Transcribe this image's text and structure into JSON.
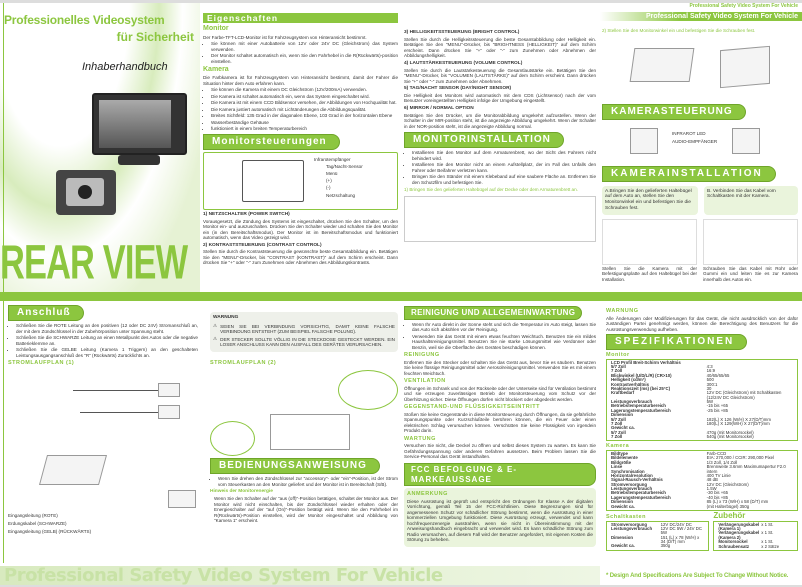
{
  "header": {
    "tagline_small": "Professional Safety Video System For Vehicle",
    "tagline_band": "Professional Safety Video System For Vehicle"
  },
  "cover": {
    "title_line1": "Professionelles Videosystem",
    "title_line2": "für Sicherheit",
    "subtitle": "Inhaberhandbuch",
    "brand": "REAR VIEW"
  },
  "features": {
    "heading": "Eigenschaften",
    "monitor_title": "Monitor",
    "monitor_intro": "Der Farbe-TFT-LCD-Monitor ist für Fahrzeugsystem von Hinteransicht bestimmt.",
    "monitor_items": [
      "Sie können mit einer Autobatterie von 12V oder 24V DC (Gleichstrom) das System verwenden.",
      "Der Monitor schaltet automatisch ein, wenn Sie den Fahrhebel in die R(Rückwärts)-position einstellen."
    ],
    "camera_title": "Kamera",
    "camera_intro": "Die Farbkamera ist für Fahrzeugsystem von Hinteransicht bestimmt, damit der Fahrer die Situation hinter dem Auto erfahren kann.",
    "camera_items": [
      "Sie können die Kamera mit einem DC Gleichstrom (12V/200mA) verwenden.",
      "Die Kamera ist schaltet automatisch ein, wenn das System eingeschaltet wird.",
      "Die Kamera ist mit einem CCD Bildsensor versehen, der Abbildungen von Hochqualität hat.",
      "Die Kamera justiert automatisch mit Lichtänderungen die Abbildungsqualität.",
      "Breites Sichtfeld: 135 Grad in der diagonalen Ebene, 103 Grad in der horizontalen Ebene",
      "Wasserbeständige Gehäuse",
      "funktioniert in einem breiten Temperaturbereich"
    ]
  },
  "monitor_controls": {
    "heading": "Monitorsteuerungen",
    "labels": [
      "Infrarotempfänger",
      "Tag/Nacht-Sensor",
      "Menü",
      "(+)",
      "(-)",
      "Netzschaltung"
    ],
    "items": [
      {
        "title": "1) NETZSCHALTER (POWER SWITCH)",
        "text": "Vorausgesetzt, die Zündung des Systems ist eingeschaltet, drücken Sie den Schalter, um den Monitor ein- und auszuschalten. Drücken Sie den Schalter wieder und schalten Sie den Monitor ein (in den Bereitschaftsmodus). Der Monitor ist im Bereitschaftsmodus und funktioniert automatisch, wenn das Video gezeigt wird."
      },
      {
        "title": "2) KONTRASTSTEUERUNG (CONTRAST CONTROL)",
        "text": "Stellen Sie durch die Kontraststeuerung die gewünschte beste Gesamtabbildung ein. Betätigen Sie den \"MENU\"-Drücker, bis \"CONTRAST (KONTRAST)\" auf dem Schirm erscheint. Dann drücken Sie \"+\" oder \"-\" zum Zunehmen oder Abnehmen des Abbildungskontrasts."
      },
      {
        "title": "3) HELLIGKEITSSTEUERUNG (BRIGHT CONTROL)",
        "text": "Stellen Sie durch die Helligkeitssteuerung die beste Gesamtabbildung oder Helligkeit ein. Betätigen Sie den \"MENU\"-Drücker, bis \"BRIGHTNESS (HELLIGKEIT)\" auf dem Schirm erscheint. Dann drücken Sie \"+\" oder \"-\" zum Zunehmen oder Abnehmen der Abbildungshelligkeit."
      },
      {
        "title": "4) LAUTSTÄRKESTEUERUNG (VOLUME CONTROL)",
        "text": "Stellen Sie durch die Lautstärkesteuerung die Gesamtlautstärke ein. Betätigen Sie den \"MENU\"-Drücker, bis \"VOLUMEN (LAUTSTÄRKE)\" auf dem Schirm erscheint. Dann drücken Sie \"+\" oder \"-\" zum Zunehmen oder Abnehmen."
      },
      {
        "title": "5) TAG/NACHT SENSOR (DAY/NIGHT SENSOR)",
        "text": "Die Helligkeit des Monitors wird automatisch mit dem CDS (Lichtsensor) nach der vom Benutzer voreingestellten Helligkeit infolge der Umgebung eingestellt."
      },
      {
        "title": "6) MIRROR / NORMAL OPTION",
        "text": "Betätigen Sie den Drücker, um die Monitorabbildung umgekehrt aufzustellen. Wenn der Schalter in der MIR-position steht, ist die angezeigte Abbildung umgekehrt. Wenn der Schalter in der NOR-position steht, ist die angezeigte Abbildung normal."
      }
    ]
  },
  "monitor_install": {
    "heading": "MONITORINSTALLATION",
    "items": [
      "Installieren Sie den Monitor auf dem Armaturenbrett, wo der Sicht des Fahrers nicht behindert wird.",
      "Installieren Sie den Monitor nicht an einem Aufstellplatz, der im Fall des Unfalls den Fahrer oder Beifahrer verletzen kann.",
      "Bringen Sie den Ständer mit einem Klebeband auf eine saubere Fläche an. Entfernen Sie den Schutzfilm und befestigen Sie."
    ],
    "step1": "1) Bringen Sie den geliefer­ten Haltebügel auf der Decke oder dem Armaturenbrett an.",
    "step2": "2) Stellen Sie den Monitorwinkel ein und befestigen Sie die Schrauben fest."
  },
  "camera_control": {
    "heading": "KAMERASTEUERUNG",
    "labels": [
      "INFRAROT LED",
      "AUDIO-EMPFÄNGER"
    ]
  },
  "camera_install": {
    "heading": "KAMERAINSTALLATION",
    "stepA": "A.Bringen Sie den gelieferten Haltebügel auf dem Auto an, stellen Sie den Monitorwinkel ein und befestigen Sie die Schrauben fest.",
    "stepB": "B. Verbinden Sie das Kabel vom Schaltkasten mit der Kamera.",
    "caption1": "Stellen Sie die Kamera mit der Befestigungsplatte auf den Haltebügel bei der Installation.",
    "caption2": "Schrauben Sie das Kabel mit Rohr oder Gummi ein und leiten Sie es zur Kamera innerhalb des Autos ein."
  },
  "connection": {
    "heading": "Anschluß",
    "items": [
      "Schließen Sie die ROTE Leitung an den positiven (12 oder DC 24V) Stromanschluß an, der mit dem Zündschlüssel in der Zubehörposition unter Spannung steht.",
      "Schließen Sie die SCHWARZE Leitung an einen Metallpunkt des Autos oder die negative Batterieklemme an.",
      "Schließen Sie die GELBE Leitung (Kamera 1 Triggern) an den geschalteten Leistungsausgangsanschluß des \"R\" (Rückwärts) Zurücklichts an."
    ],
    "warning_title": "WARNUNG",
    "warnings": [
      "SEIEN SIE BEI VERBINDUNG VORSICHTIG, DAMIT KEINE FALSCHE VERBINDUNG ENTSTEHT (ZUM BEISPIEL FALSCHE POLUNG).",
      "DER STECKER SOLLTE VÖLLIG IN DIE STECKDOSE GESTECKT WERDEN. EIN LOSER ANSCHLUSS KANN DEN AUSFALL DES GERÄTES VERURSACHEN."
    ],
    "diagram1_title": "STROMLAUFPLAN (1)",
    "diagram2_title": "STROMLAUFPLAN (2)",
    "wire_labels": [
      "Eingangsleitung (ROTE)",
      "Erdungskabel (SCHWARZE)",
      "Eingangsleitung (GELB) (RÜCKWÄRTS)"
    ]
  },
  "operation": {
    "heading": "BEDIENUNGSANWEISUNG",
    "item": "Wenn Sie drehen den Zündschlüssel zur \"accessory\"- oder \"ein\"-Position, ist der Strom vom Steuerkasten an den Monitor geliefert und der Monitor ist in Bereitschaft (S/B).",
    "note_title": "Hinweis der Monitorenergie",
    "note": "Wenn Sie den Schalter auf der \"aus (off)\"-Position betätigen, schaltet der Monitor aus. Der Monitor wird nicht einschalten, bis der Zündschlüssel wieder erhalten oder der Energieschalter auf der \"auf (On)\"-Position betätigt wird. Wenn Sie den Fahrhebel im R(Rückwärts)-Position einstellen, wird der Monitor eingeschaltet und Abbildung von \"Kamera 1\" erscheint."
  },
  "cleaning": {
    "heading": "REINIGUNG UND ALLGEMEINWARTUNG",
    "items": [
      "Wenn Ihr Auto direkt in der Sonne steht und sich die Temperatur im Auto steigt, lassen Sie das Auto sich abkühlen vor der Reinigung.",
      "Verwenden Sie das Gerät mit einem etwas feuchten Weichtuch. Benutzen Sie ein mildes Haushaltsreinigungsmittel. Benutzen Sie nie starke Lösungsmittel wie Verdünner oder Benzin, weil sie die Oberfläche des Gerätes beschädigen können."
    ],
    "sections": [
      {
        "title": "REINIGUNG",
        "text": "Entfernen Sie den Stecker oder schalten Sie das Gerät aus, bevor Sie es säubern. Benutzen Sie keine flüssige Reinigungsmittel oder Aerosolreinigungsmittel. Verwenden Sie es mit einem feuchten Weichtuch."
      },
      {
        "title": "VENTILATION",
        "text": "Öffnungen im Schrank und von der Rückseite oder der Unterseite sind für Ventilation bestimmt und sie erzeugen zuverlässigen Betrieb der Monitorsteuerung vom Schutz vor der Überhitzung sicher. Diese Öffnungen dürfen nicht blockiert oder abgedeckt werden."
      },
      {
        "title": "GEGENSTAND-UND FLÜSSIGKEITSEINTRITT",
        "text": "Stoßen Sie keine Gegenstände in diese Monitorsteuerung durch Öffnungen, da sie gefährliche Spannungspunkte oder Kurzschlußteile berühren können, die ein Feuer oder einen elektrischen Schlag verursachen können. Verschütten Sie keine Flüssigkeit von irgendein Produkt darin."
      },
      {
        "title": "WARTUNG",
        "text": "Versuchen Sie nicht, die Deckel zu öffnen und selbst dieses System zu warten. Es kann Sie Gefährdungsspannung oder anderen Gefahren aussetzen. Beim Problem lassen Sie die Service-Personal das Gerät instandhalten."
      }
    ]
  },
  "fcc": {
    "heading": "FCC BEFOLGUNG & E-MARKEAUSSAGE",
    "note_title": "ANMERKUNG",
    "text": "Diese Ausrüstung ist geprüft und entspricht den Ordnungen für Klasse A der digitalen Vorrichtung, gemäß Teil 15 der FCC-Richtlinien. Diese Begrenzungen sind für angemessenen Schutz vor schädlicher Störung bestimmt, wenn die Ausrüstung in einer kommerziellen Umgebung funktioniert. Diese Ausrüstung erzeugt, verwendet und kann hochfrequenzenergie ausstrahlen, wenn sie nicht in Übereinstimmung mit der Anweisungshandbuch eingebracht und verwendet wird. Es kann schädliche Störung zum Radio verursachen, auf diesem Fall wird der Benutzer angefordert, mit eigenen Kosten die Störung zu beheben."
  },
  "warning2": {
    "title": "WARNUNG",
    "text": "Alle Änderungen oder Modifizierungen für das Gerät, die nicht ausdrücklich von der dafür zuständigen Partei genehmigt werden, können die Berechtigung des Benutzers für die Ausrüstungsverwendung aufheben."
  },
  "specs": {
    "heading": "SPEZIFIKATIONEN",
    "monitor_title": "Monitor",
    "monitor_rows": [
      [
        "LCD Profil Breit-Schirm Verhältnis",
        ""
      ],
      [
        "5/7 Zoll",
        "4:3"
      ],
      [
        "7 Zoll",
        "16:9"
      ],
      [
        "Blickwinkel (U/D/L/R) (CR>10)",
        "40/65/65/65"
      ],
      [
        "Helligkeit (cd/m²)",
        "500"
      ],
      [
        "Kontrastverhältnis",
        "300:1"
      ],
      [
        "Reaktionszeit (ms) (bei 25°C)",
        "30"
      ],
      [
        "Kraftbedarf",
        "12V DC (Gleichstrom) mit Schaltkasten (12/24V DC Gleichstrom)"
      ],
      [
        "Leistungsverbrauch",
        "5W"
      ],
      [
        "Betriebstemperaturbereich",
        "-15 bis +65"
      ],
      [
        "Lagerungstemperaturbereich",
        "-25 bis +85"
      ],
      [
        "Dimension",
        ""
      ],
      [
        "5/7 Zoll",
        "182(L) X 126 (W/H) X 27(D/T)mm"
      ],
      [
        "7 Zoll",
        "180(L) X 129(W/H) X 27(D/T)mm"
      ],
      [
        "Gewicht ca.",
        ""
      ],
      [
        "5/7 Zoll",
        "470g (mit Monitorsockel)"
      ],
      [
        "7 Zoll",
        "540g (mit Monitorsockel)"
      ]
    ],
    "camera_title": "Kamera",
    "camera_rows": [
      [
        "Bildtype",
        "Farb-CCD"
      ],
      [
        "Bildelemente",
        "EIA: 270,000 / CCIR: 290,000 Pixel"
      ],
      [
        "Bildgröße",
        "1/3 Zoll, 1/4 Zoll"
      ],
      [
        "Linse",
        "Brennweite 3.6mm Maximumapertur F2.0"
      ],
      [
        "Synchronisation",
        "intern"
      ],
      [
        "Horizontalresolution",
        "400 TV Linie"
      ],
      [
        "Signal-Rausch-Verhältnis",
        "48 dB"
      ],
      [
        "Stromversorgung",
        "12V DC (Gleichstrom)"
      ],
      [
        "Leistungsverbrauch",
        "1.5W"
      ],
      [
        "Betriebstemperaturbereich",
        "-30 bis +65"
      ],
      [
        "Lagerungstemperaturbereich",
        "-40 bis +85"
      ],
      [
        "Dimension",
        "85 (L) x 73 (W/H) x 58 (D/T) mm"
      ],
      [
        "Gewicht ca.",
        "(mit Halterbügel) 350g"
      ]
    ],
    "box_title": "Schaltkasten",
    "box_rows": [
      [
        "Stromversorgung",
        "12V DC/24V DC"
      ],
      [
        "Leistungsverbrauch",
        "12V DC 5W / 24V DC 5W"
      ],
      [
        "Dimension",
        "151 (L) x 78 (W/H) x 34 (D/T) mm"
      ],
      [
        "Gewicht ca.",
        "350g"
      ]
    ],
    "accessories_title": "Zubehör",
    "accessories_rows": [
      [
        "Verlängerungskabel (Kamera 1)",
        "x 1 St."
      ],
      [
        "Verlängerungskabel (Kamera 2)",
        "x 1 St."
      ],
      [
        "Monitorsockel",
        "x 1 St."
      ],
      [
        "Schraubensatz",
        "x 2 Sätze"
      ]
    ],
    "disclaimer": "* Design And Specifications Are Subject To Change Without Notice."
  },
  "footer": {
    "slogan": "Professional Safety Video System For Vehicle"
  },
  "colors": {
    "accent": "#8cc63f",
    "accent_dark": "#6fa52a"
  }
}
